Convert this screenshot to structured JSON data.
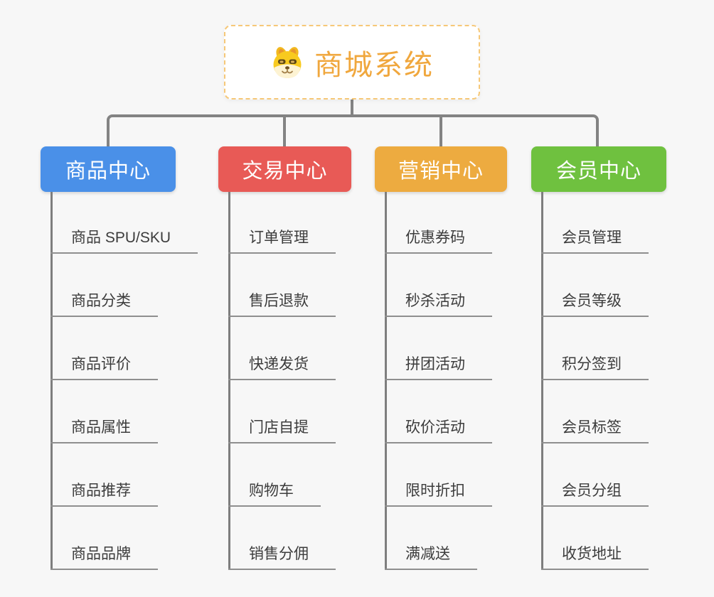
{
  "canvas": {
    "background": "#f7f7f7",
    "connector_color": "#838383"
  },
  "root": {
    "title": "商城系统",
    "icon": "dog-face-icon",
    "text_color": "#f0a73d",
    "border_color": "#f6c878"
  },
  "branches": [
    {
      "label": "商品中心",
      "color": "#4a90e8",
      "items": [
        "商品 SPU/SKU",
        "商品分类",
        "商品评价",
        "商品属性",
        "商品推荐",
        "商品品牌"
      ]
    },
    {
      "label": "交易中心",
      "color": "#e85a56",
      "items": [
        "订单管理",
        "售后退款",
        "快递发货",
        "门店自提",
        "购物车",
        "销售分佣"
      ]
    },
    {
      "label": "营销中心",
      "color": "#edab40",
      "items": [
        "优惠券码",
        "秒杀活动",
        "拼团活动",
        "砍价活动",
        "限时折扣",
        "满减送"
      ]
    },
    {
      "label": "会员中心",
      "color": "#6fc13f",
      "items": [
        "会员管理",
        "会员等级",
        "积分签到",
        "会员标签",
        "会员分组",
        "收货地址"
      ]
    }
  ]
}
